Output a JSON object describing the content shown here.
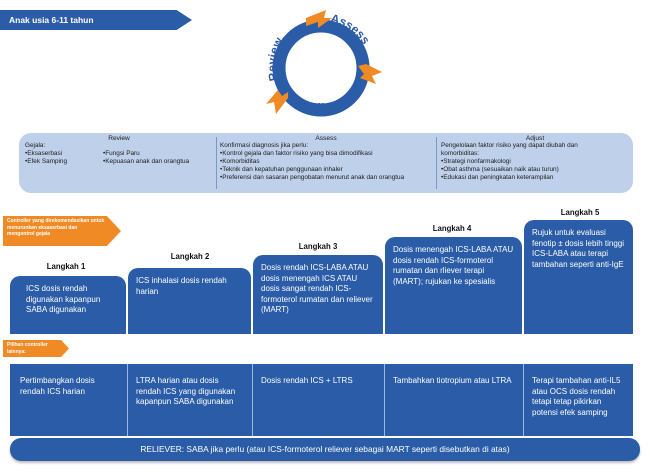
{
  "age_banner": "Anak usia 6-11 tahun",
  "cycle": {
    "assess": "Assess",
    "review": "Review",
    "adjust": "Adjust"
  },
  "review": {
    "title": "Review",
    "intro": "Gejala:",
    "col1": [
      "Eksaserbasi",
      "Efek Samping"
    ],
    "col2": [
      "Fungsi Paru",
      "Kepuasan anak dan orangtua"
    ]
  },
  "assess": {
    "title": "Assess",
    "intro": "Konfirmasi diagnosis jika perlu:",
    "items": [
      "Kontrol gejala dan faktor risiko yang bisa dimodifikasi",
      "Komorbiditas",
      "Teknik dan kepatuhan penggunaan inhaler",
      "Preferensi dan sasaran pengobatan menurut  anak dan orangtua"
    ]
  },
  "adjust": {
    "title": "Adjust",
    "intro1": "Pengelolaan faktor risiko yang dapat diubah dan",
    "intro2": "komorbiditas:",
    "items": [
      "Strategi nonfarmakologi",
      "Obat asthma (sesuaikan naik atau turun)",
      "Edukasi dan peningkatan keterampilan"
    ]
  },
  "controller_label": "Controller yang direkomendasikan untuk menurunkan eksaserbasi dan mengontrol gejala",
  "other_label": "Pilihan controller lainnya:",
  "steps": [
    {
      "title": "Langkah 1",
      "text": "ICS dosis rendah digunakan kapanpun SABA digunakan"
    },
    {
      "title": "Langkah 2",
      "text": "ICS inhalasi dosis rendah harian"
    },
    {
      "title": "Langkah 3",
      "text": "Dosis rendah ICS-LABA ATAU dosis menengah ICS ATAU dosis sangat rendah ICS-formoterol rumatan dan reliever (MART)"
    },
    {
      "title": "Langkah 4",
      "text": "Dosis menengah ICS-LABA ATAU dosis rendah ICS-formoterol rumatan dan rliever terapi (MART); rujukan ke spesialis"
    },
    {
      "title": "Langkah 5",
      "text": "Rujuk untuk evaluasi fenotip ± dosis lebih tinggi ICS-LABA atau terapi tambahan seperti anti-IgE"
    }
  ],
  "alternatives": [
    "Pertimbangkan dosis rendah ICS harian",
    "LTRA harian atau dosis rendah ICS yang digunakan kapanpun SABA digunakan",
    "Dosis rendah ICS + LTRS",
    "Tambahkan tiotropium atau LTRA",
    "Terapi tambahan anti-IL5 atau OCS dosis rendah tetapi tetap pikirkan potensi efek samping"
  ],
  "reliever": "RELIEVER:  SABA jika perlu (atau ICS-formoterol reliever sebagai MART seperti disebutkan di atas)",
  "colors": {
    "blue": "#2a5ca8",
    "light_blue": "#bfd0ea",
    "orange": "#f08a24"
  }
}
